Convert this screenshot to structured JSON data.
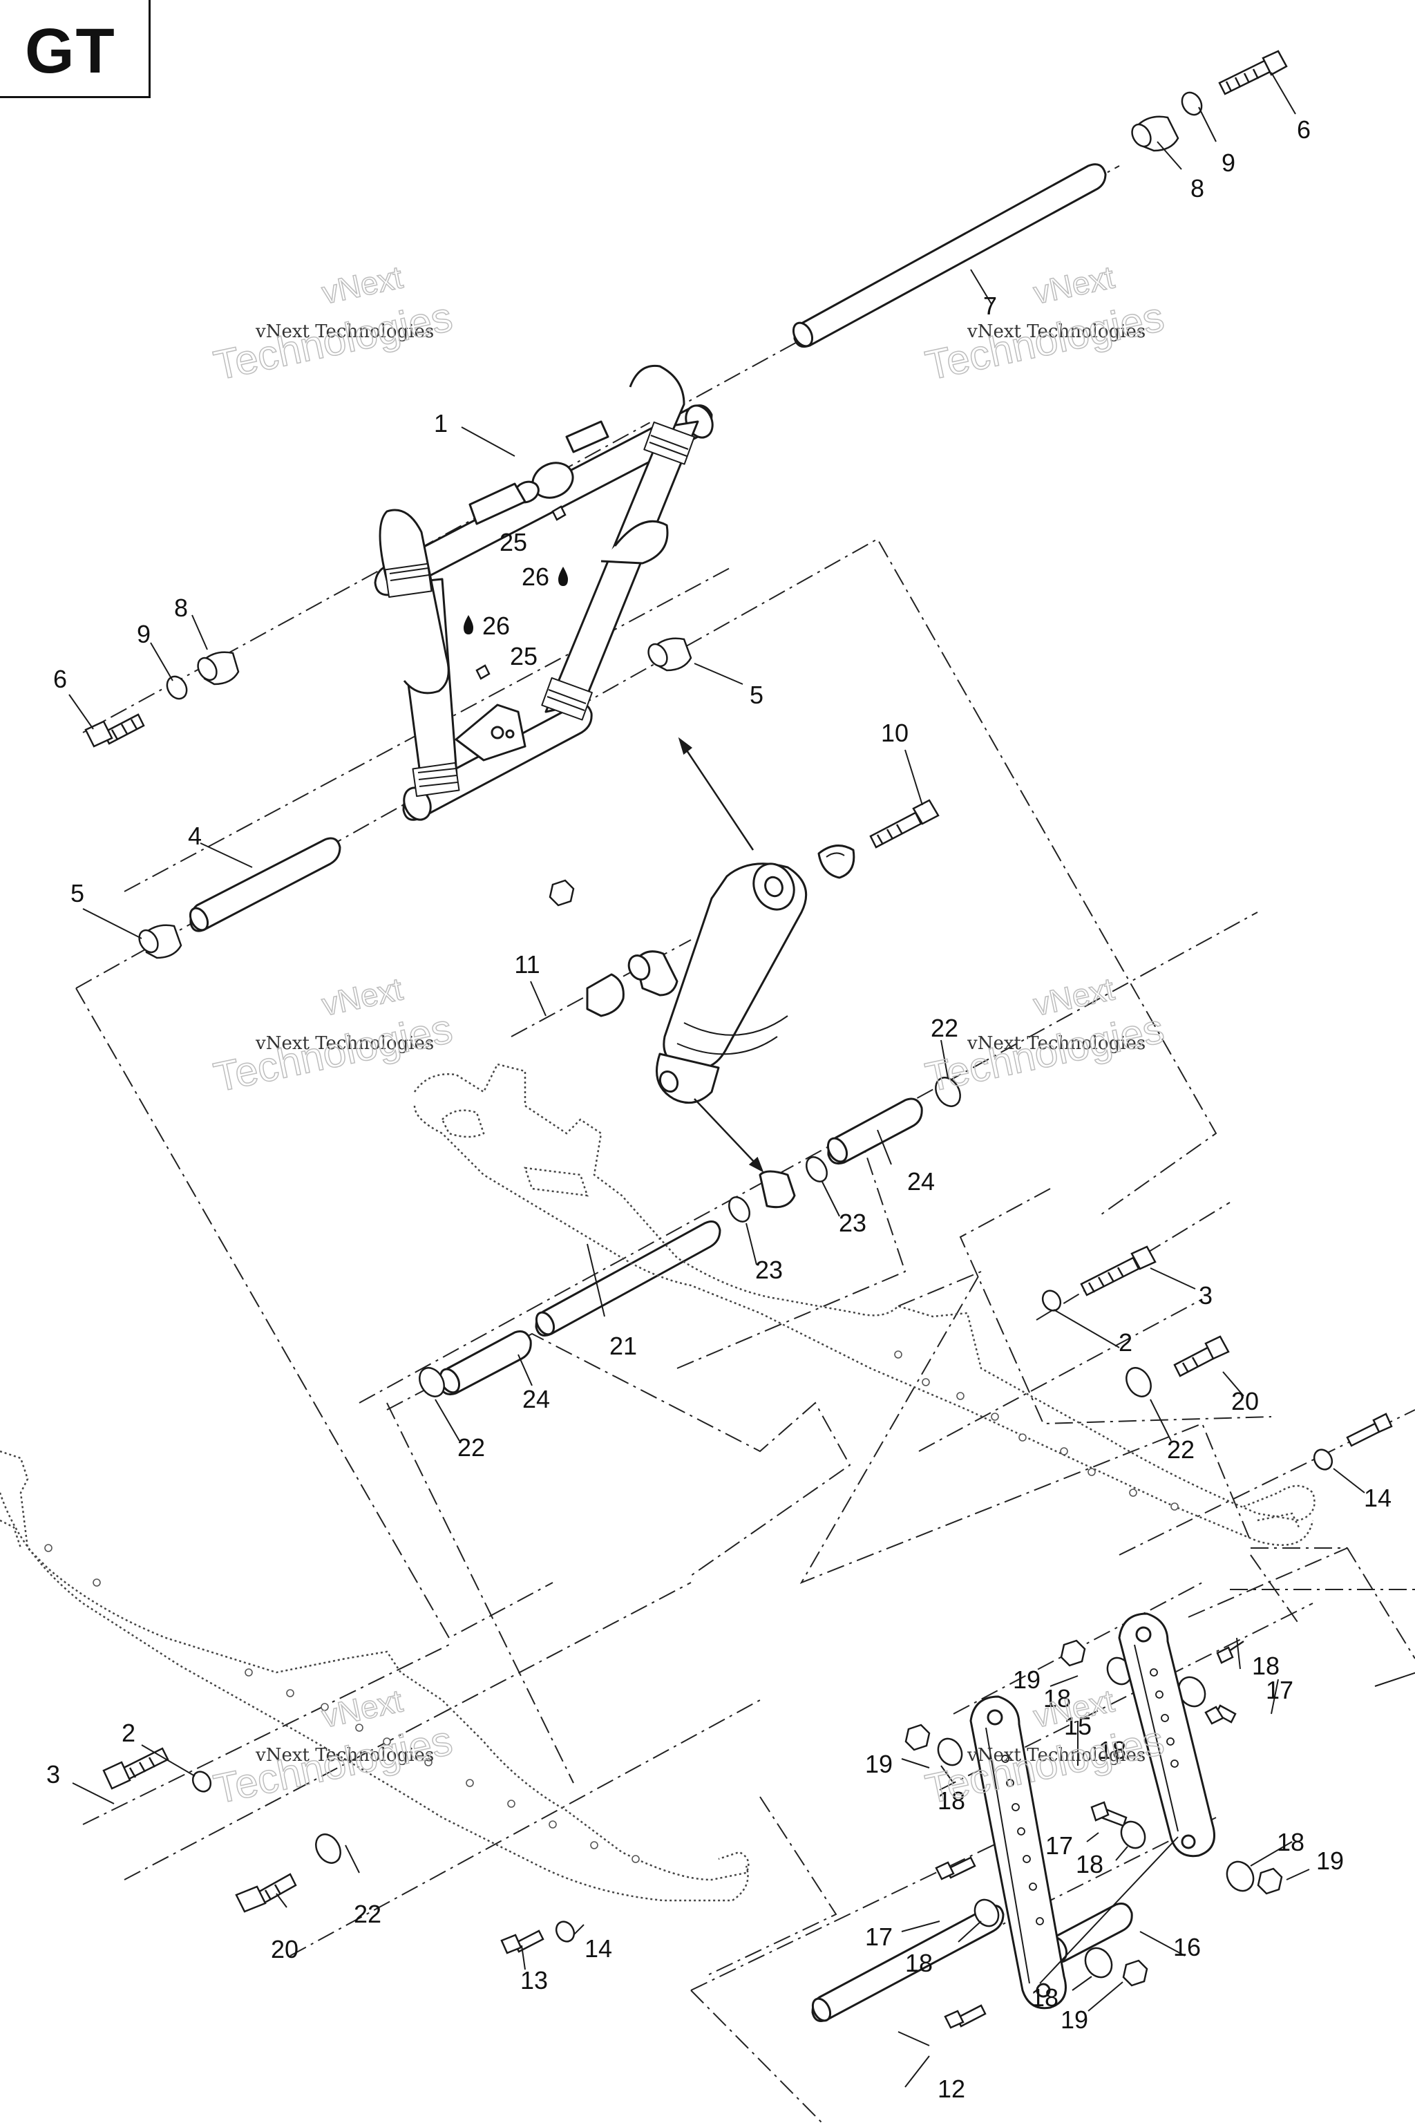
{
  "header": {
    "model_code": "GT"
  },
  "watermark": {
    "line1": "vNext",
    "line2": "vNext Technologies",
    "line3": "Technologies"
  },
  "callouts": {
    "n1": "1",
    "n2": "2",
    "n3": "3",
    "n4": "4",
    "n5": "5",
    "n6": "6",
    "n7": "7",
    "n8": "8",
    "n9": "9",
    "n10": "10",
    "n11": "11",
    "n12": "12",
    "n13": "13",
    "n14": "14",
    "n15": "15",
    "n16": "16",
    "n17": "17",
    "n18": "18",
    "n19": "19",
    "n20": "20",
    "n21": "21",
    "n22": "22",
    "n23": "23",
    "n24": "24",
    "n25": "25",
    "n26": "26"
  },
  "colors": {
    "line": "#1a1a1a",
    "rail_dots": "#555555",
    "watermark": "#c8c8c8",
    "background": "#ffffff"
  }
}
